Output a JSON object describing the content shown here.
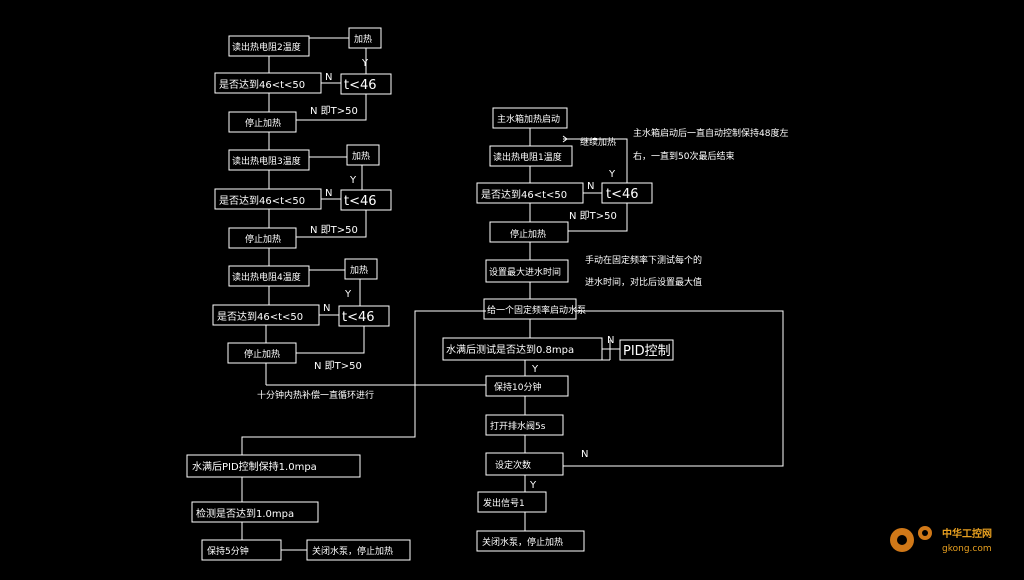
{
  "left": {
    "read2": "读出热电阻2温度",
    "heat1": "加热",
    "check1": "是否达到46<t<50",
    "lt1": "t<46",
    "gt1": "N 即T>50",
    "stop1": "停止加热",
    "read3": "读出热电阻3温度",
    "heat2": "加热",
    "check2": "是否达到46<t<50",
    "lt2": "t<46",
    "gt2": "N 即T>50",
    "stop2": "停止加热",
    "read4": "读出热电阻4温度",
    "heat3": "加热",
    "check3": "是否达到46<t<50",
    "lt3": "t<46",
    "gt3": "N 即T>50",
    "stop3": "停止加热",
    "loop_note": "十分钟内热补偿一直循环进行"
  },
  "right": {
    "start": "主水箱加热启动",
    "continue_heat": "继续加热",
    "read1": "读出热电阻1温度",
    "check": "是否达到46<t<50",
    "lt": "t<46",
    "gt": "N 即T>50",
    "stop": "停止加热",
    "note1_line1": "主水箱启动后一直自动控制保持48度左",
    "note1_line2": "右，一直到50次最后结束",
    "set_time": "设置最大进水时间",
    "note2_line1": "手动在固定频率下测试每个的",
    "note2_line2": "进水时间，对比后设置最大值",
    "pump": "给一个固定频率启动水泵",
    "full_check": "水满后测试是否达到0.8mpa",
    "pid": "PID控制",
    "hold10": "保持10分钟",
    "drain": "打开排水阀5s",
    "set_count": "设定次数",
    "signal": "发出信号1",
    "close": "关闭水泵，停止加热"
  },
  "bottom": {
    "pid_hold": "水满后PID控制保持1.0mpa",
    "detect": "检测是否达到1.0mpa",
    "hold5": "保持5分钟",
    "close": "关闭水泵，停止加热"
  },
  "labels": {
    "y": "Y",
    "n": "N"
  },
  "watermark": {
    "brand": "中华工控网",
    "url": "gkong.com"
  }
}
